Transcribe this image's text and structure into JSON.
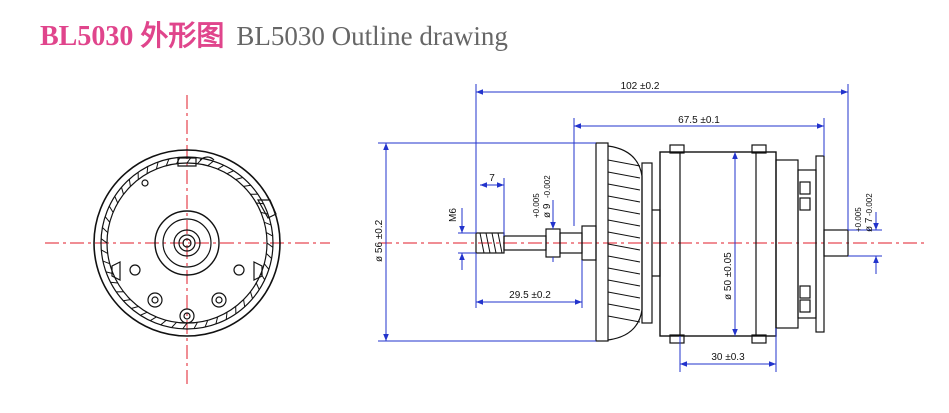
{
  "title": {
    "cn": "BL5030 外形图",
    "en": "BL5030 Outline drawing"
  },
  "dimensions": {
    "overall_length": "102 ±0.2",
    "body_length": "67.5 ±0.1",
    "flat_length": "7",
    "shaft_dia": "ø 9",
    "shaft_dia_upper_tol": "+0.005",
    "shaft_dia_lower_tol": "-0.002",
    "outer_dia": "ø 56 ±0.2",
    "thread": "M6",
    "shaft_ext": "29.5 ±0.2",
    "stator_dia": "ø 50 ±0.05",
    "rear_shaft_dia": "ø 7",
    "rear_shaft_upper_tol": "+0.005",
    "rear_shaft_lower_tol": "-0.002",
    "rear_length": "30 ±0.3"
  },
  "colors": {
    "title_cn": "#e0458c",
    "title_en": "#666666",
    "centerline": "#e01b2a",
    "dimension_line": "#2233cc",
    "outline": "#111111"
  }
}
